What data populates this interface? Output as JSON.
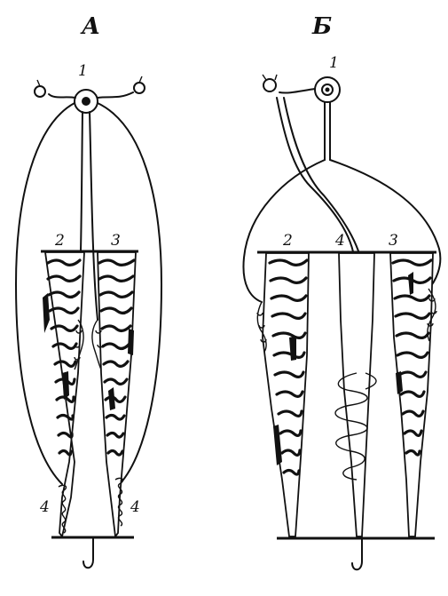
{
  "panels": {
    "a": {
      "heading": "А",
      "labels": {
        "neuron": "1",
        "muscle_left": "2",
        "muscle_right": "3",
        "receptor_left": "4",
        "receptor_right": "4"
      }
    },
    "b": {
      "heading": "Б",
      "labels": {
        "neuron": "1",
        "muscle_left": "2",
        "receptor": "4",
        "muscle_right": "3"
      }
    }
  }
}
